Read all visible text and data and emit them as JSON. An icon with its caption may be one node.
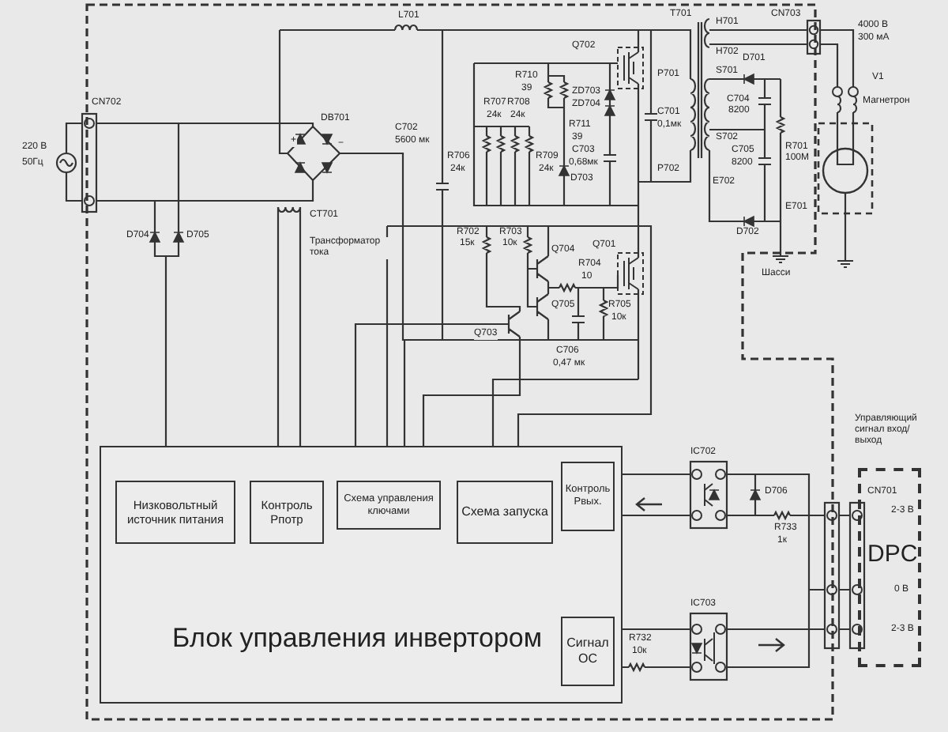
{
  "diagram": {
    "nodes": [
      {
        "text": [
          "Блок управления инвертором"
        ]
      },
      {
        "text": [
          "Низковольтный источник питания"
        ],
        "in": 0
      },
      {
        "text": [
          "Контроль Рпотр"
        ],
        "in": 0
      },
      {
        "text": [
          "Схема управления ключами"
        ],
        "in": 0
      },
      {
        "text": [
          "Схема запуска"
        ],
        "in": 0
      },
      {
        "text": [
          "Контроль Рвых."
        ],
        "in": 0
      },
      {
        "text": [
          "Сигнал ОС"
        ],
        "in": 0
      },
      {
        "text": [
          "CN701",
          "2-3 В",
          "DPC",
          "0 В",
          "2-3 В"
        ]
      }
    ],
    "labels": [
      "L701",
      "T701",
      "CN703",
      "H701",
      "H702",
      "4000 В",
      "300 мА",
      "Q702",
      "CN702",
      "DB701",
      "R710",
      "39",
      "ZD703",
      "ZD704",
      "P701",
      "S701",
      "D701",
      "V1",
      "Магнетрон",
      "C702",
      "5600 мк",
      "R707",
      "R708",
      "24к",
      "24к",
      "R711",
      "39",
      "C701",
      "0,1мк",
      "C704",
      "8200",
      "220 В",
      "50Гц",
      "+",
      "−",
      "C703",
      "0,68мк",
      "S702",
      "R706",
      "24к",
      "R709",
      "24к",
      "D703",
      "P702",
      "E702",
      "C705",
      "8200",
      "R701",
      "100М",
      "E701",
      "D702",
      "CT701",
      "D704",
      "D705",
      "R702",
      "15к",
      "R703",
      "10к",
      "Трансформатор тока",
      "Q704",
      "R704",
      "10",
      "Q701",
      "Шасси",
      "Q705",
      "R705",
      "10к",
      "Q703",
      "C706",
      "0,47 мк",
      "Управляющий сигнал вход/выход",
      "IC702",
      "D706",
      "R733",
      "1к",
      "IC703",
      "R732",
      "10к"
    ]
  }
}
